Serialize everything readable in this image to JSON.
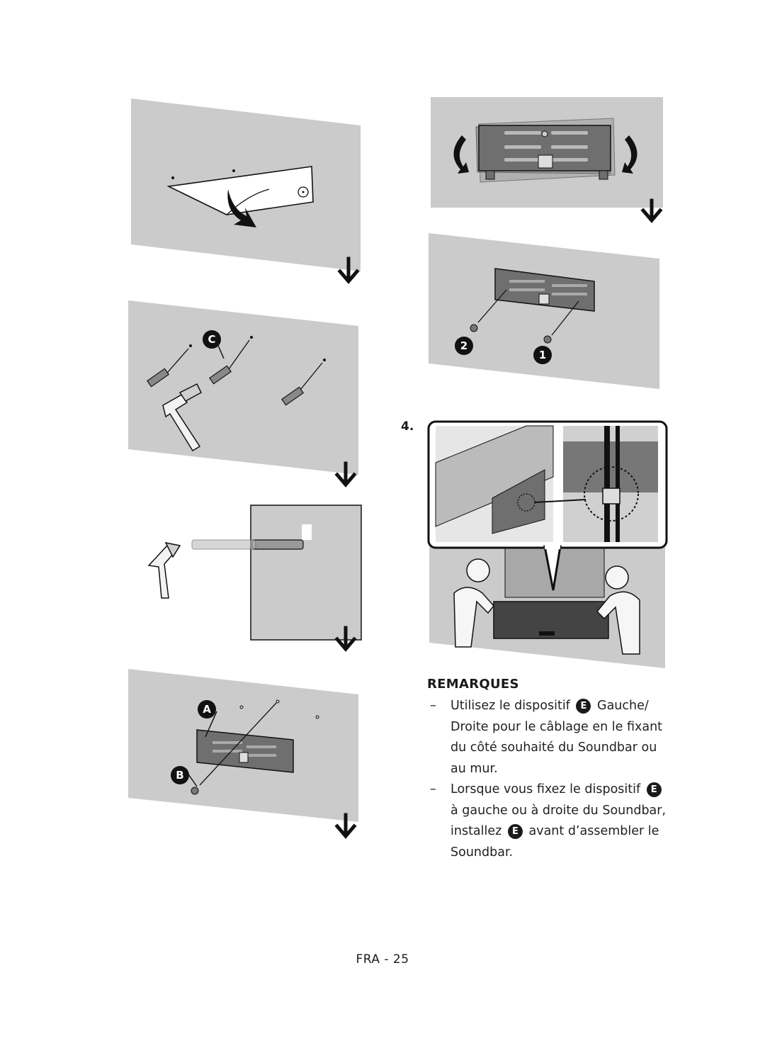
{
  "step_number": "4.",
  "notes": {
    "title": "REMARQUES",
    "items": [
      {
        "dash": "–",
        "before": "Utilisez le dispositif",
        "badge": "E",
        "after": "Gauche/ Droite pour le câblage en le fixant du côté souhaité du Soundbar ou au mur."
      },
      {
        "dash": "–",
        "before": "Lorsque vous fixez le dispositif",
        "badge": "E",
        "middle": "à gauche ou à droite du Soundbar, installez",
        "badge2": "E",
        "after": "avant d’assembler le Soundbar."
      }
    ]
  },
  "figure_labels": {
    "c": "C",
    "a": "A",
    "b": "B",
    "two": "2",
    "one": "1"
  },
  "footer": "FRA - 25",
  "colors": {
    "panel_gray": "#cbcbcb",
    "ink": "#1a1a1a"
  },
  "icons": [
    "down-arrow-icon",
    "rotate-arrow-icon",
    "hammer-icon",
    "screw-icon",
    "wall-plug-icon"
  ]
}
